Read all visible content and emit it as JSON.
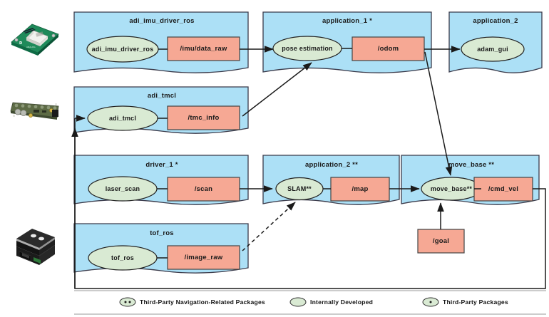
{
  "diagram": {
    "title": "ROS node and topic architecture diagram",
    "colors": {
      "package_fill": "#ace0f6",
      "package_stroke": "#3a3a4a",
      "node_fill": "#d9ead3",
      "node_stroke": "#222222",
      "topic_fill": "#f6a894",
      "topic_stroke": "#444444",
      "arrow": "#1a1a1a",
      "background": "#ffffff",
      "legend_rule": "#9a9a9a"
    },
    "packages": [
      {
        "id": "adi_imu_driver_ros",
        "title": "adi_imu_driver_ros",
        "node": "adi_imu_driver_ros",
        "topic": "/imu/data_raw"
      },
      {
        "id": "application_1",
        "title": "application_1 *",
        "node": "pose estimation",
        "topic": "/odom"
      },
      {
        "id": "application_2_top",
        "title": "application_2",
        "node": "adam_gui",
        "topic": ""
      },
      {
        "id": "adi_tmcl",
        "title": "adi_tmcl",
        "node": "adi_tmcl",
        "topic": "/tmc_info"
      },
      {
        "id": "driver_1",
        "title": "driver_1 *",
        "node": "laser_scan",
        "topic": "/scan"
      },
      {
        "id": "application_2_slam",
        "title": "application_2 **",
        "node": "SLAM**",
        "topic": "/map"
      },
      {
        "id": "move_base",
        "title": "move_base **",
        "node": "move_base**",
        "topic": "/cmd_vel"
      },
      {
        "id": "tof_ros",
        "title": "tof_ros",
        "node": "tof_ros",
        "topic": "/image_raw"
      }
    ],
    "standalone_topics": [
      {
        "id": "goal",
        "label": "/goal"
      }
    ],
    "hardware": [
      {
        "id": "imu-board",
        "name": "imu-board-image",
        "alt": "IMU evaluation board"
      },
      {
        "id": "tmcl-board",
        "name": "motor-driver-board-image",
        "alt": "TMCL motor driver board"
      },
      {
        "id": "tof-camera",
        "name": "tof-camera-image",
        "alt": "Time-of-flight camera module"
      }
    ],
    "legend": {
      "items": [
        {
          "id": "third-party-nav",
          "glyph": "double-dot-ellipse",
          "label": "Third-Party Navigation-Related Packages"
        },
        {
          "id": "internally-developed",
          "glyph": "plain-ellipse",
          "label": "Internally Developed"
        },
        {
          "id": "third-party",
          "glyph": "single-dot-ellipse",
          "label": "Third-Party Packages"
        }
      ]
    }
  }
}
